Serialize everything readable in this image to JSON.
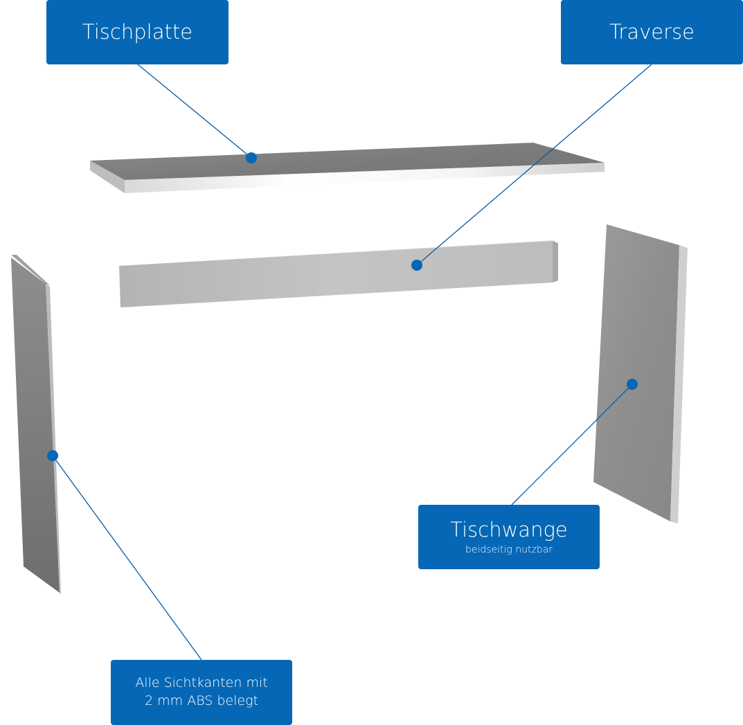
{
  "colors": {
    "label_background": "#0567b5",
    "leader_line": "#0b5aa3",
    "marker_dot": "#0567b5",
    "panel_light": "#c9c9c9",
    "panel_mid": "#9a9a9a",
    "panel_dark": "#707070",
    "edge_white": "#f2f2f2"
  },
  "labels": {
    "tischplatte": {
      "title": "Tischplatte"
    },
    "traverse": {
      "title": "Traverse"
    },
    "tischwange": {
      "title": "Tischwange",
      "subtitle": "beidseitig nutzbar"
    },
    "abs": {
      "line1": "Alle Sichtkanten mit",
      "line2": "2 mm ABS belegt"
    }
  }
}
